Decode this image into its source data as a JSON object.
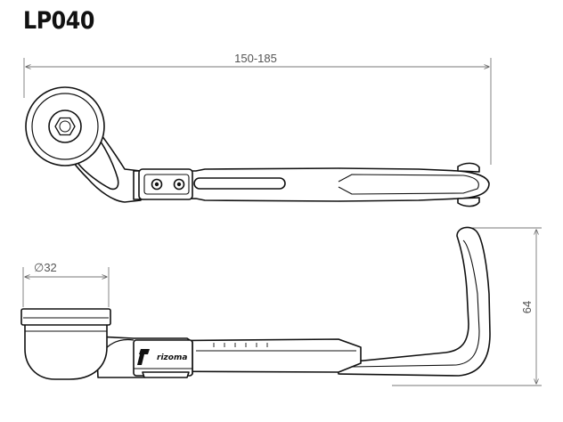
{
  "title": "LP040",
  "dimensions": {
    "length": "150-185",
    "diameter": "∅32",
    "height": "64"
  },
  "brand": "rizoma",
  "colors": {
    "outline": "#111111",
    "dimension": "#666666",
    "fill": "#ffffff",
    "face": "#eeeeee"
  }
}
